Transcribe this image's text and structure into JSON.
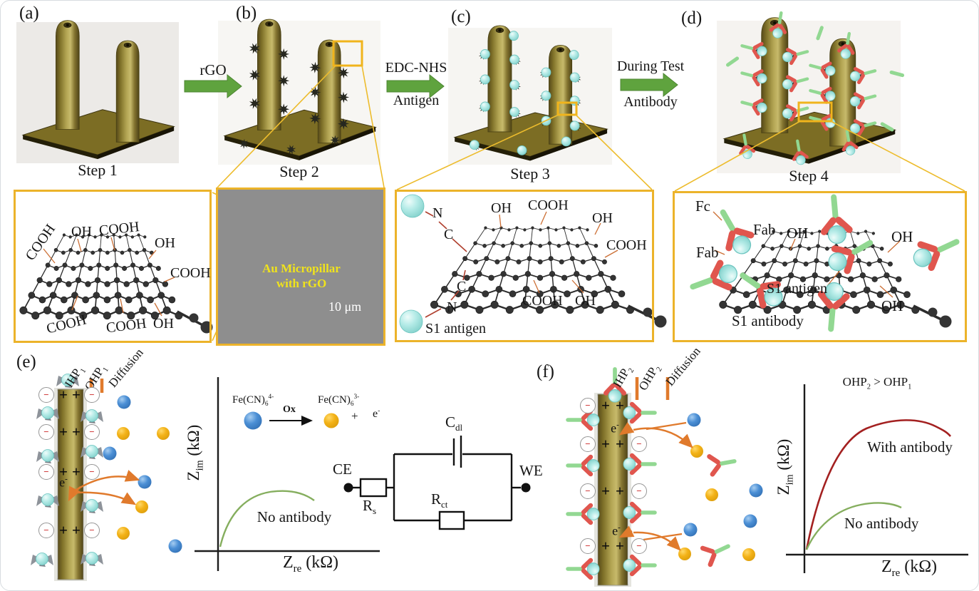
{
  "figure": {
    "panels": [
      {
        "label": "(a)",
        "caption": "Step 1"
      },
      {
        "label": "(b)",
        "caption": "Step 2"
      },
      {
        "label": "(c)",
        "caption": "Step 3"
      },
      {
        "label": "(d)",
        "caption": "Step 4"
      }
    ]
  },
  "arrows": [
    {
      "top": "rGO",
      "bottom": ""
    },
    {
      "top": "EDC-NHS",
      "bottom": "Antigen"
    },
    {
      "top": "During Test",
      "bottom": "Antibody"
    }
  ],
  "inset_rgo": {
    "cooh_tl": "COOH",
    "oh_t": "OH",
    "cooh_t": "COOH",
    "oh_r": "OH",
    "cooh_r": "COOH",
    "cooh_bl": "COOH",
    "cooh_bm": "COOH",
    "oh_b": "OH"
  },
  "inset_sem": {
    "title1": "Au Micropillar",
    "title2": "with rGO",
    "scalebar": "10 μm"
  },
  "inset_antigen": {
    "n_top": "N",
    "c_top": "C",
    "c_bot": "C",
    "n_bot": "N",
    "caption": "S1 antigen",
    "oh_t": "OH",
    "cooh_t": "COOH",
    "oh_r": "OH",
    "cooh_r": "COOH",
    "cooh_b": "COOH",
    "oh_b": "OH"
  },
  "inset_antibody": {
    "fc": "Fc",
    "fab_top": "Fab",
    "fab_left": "Fab",
    "oh_t": "OH",
    "oh_r": "OH",
    "oh_b": "OH",
    "antigen": "S1 antigen",
    "antibody": "S1 antibody"
  },
  "panel_e": {
    "label": "(e)",
    "ihp": "IHP",
    "ihp_sub": "1",
    "ohp": "OHP",
    "ohp_sub": "1",
    "diffusion": "Diffusion"
  },
  "panel_f": {
    "label": "(f)",
    "ihp": "IHP",
    "ihp_sub": "2",
    "ohp": "OHP",
    "ohp_sub": "2",
    "diffusion": "Diffusion"
  },
  "electrode": {
    "plus": "+",
    "minus": "−",
    "e_base": "e",
    "e_sup": "-"
  },
  "redox": {
    "left_base": "Fe(CN)",
    "left_sub": "6",
    "left_sup": "4-",
    "ox": "Ox",
    "right_base": "Fe(CN)",
    "right_sub": "6",
    "right_sup": "3-",
    "plus": "+",
    "e_base": "e",
    "e_sup": "-"
  },
  "circuit": {
    "ce": "CE",
    "we": "WE",
    "rs_base": "R",
    "rs_sub": "s",
    "rct_base": "R",
    "rct_sub": "ct",
    "cdl_base": "C",
    "cdl_sub": "dl"
  },
  "plot_e": {
    "y_base": "Z",
    "y_sub": "im",
    "y_unit": " (kΩ)",
    "x_base": "Z",
    "x_sub": "re",
    "x_unit": " (kΩ)",
    "no_antibody": "No antibody"
  },
  "plot_f": {
    "title_pre": "OHP",
    "title_pre_sub": "2",
    "title_mid": " > OHP",
    "title_end_sub": "1",
    "with_antibody": "With antibody",
    "no_antibody": "No antibody",
    "y_base": "Z",
    "y_sub": "im",
    "y_unit": " (kΩ)",
    "x_base": "Z",
    "x_sub": "re",
    "x_unit": " (kΩ)"
  },
  "colors": {
    "inset_border": "#ecb32a",
    "arrow_green": "#5fa33e",
    "curve_green": "#85ae5e",
    "curve_red": "#a32020",
    "orange": "#e07a2c",
    "cyan": "#a9e6e2",
    "antibody_red": "#e0564e",
    "antibody_green": "#92d892",
    "ion_blue": "#4b8fd5",
    "ion_yellow": "#f3b51c",
    "gold": "#8a7b2e",
    "sem_text_yellow": "#f0e31c"
  }
}
